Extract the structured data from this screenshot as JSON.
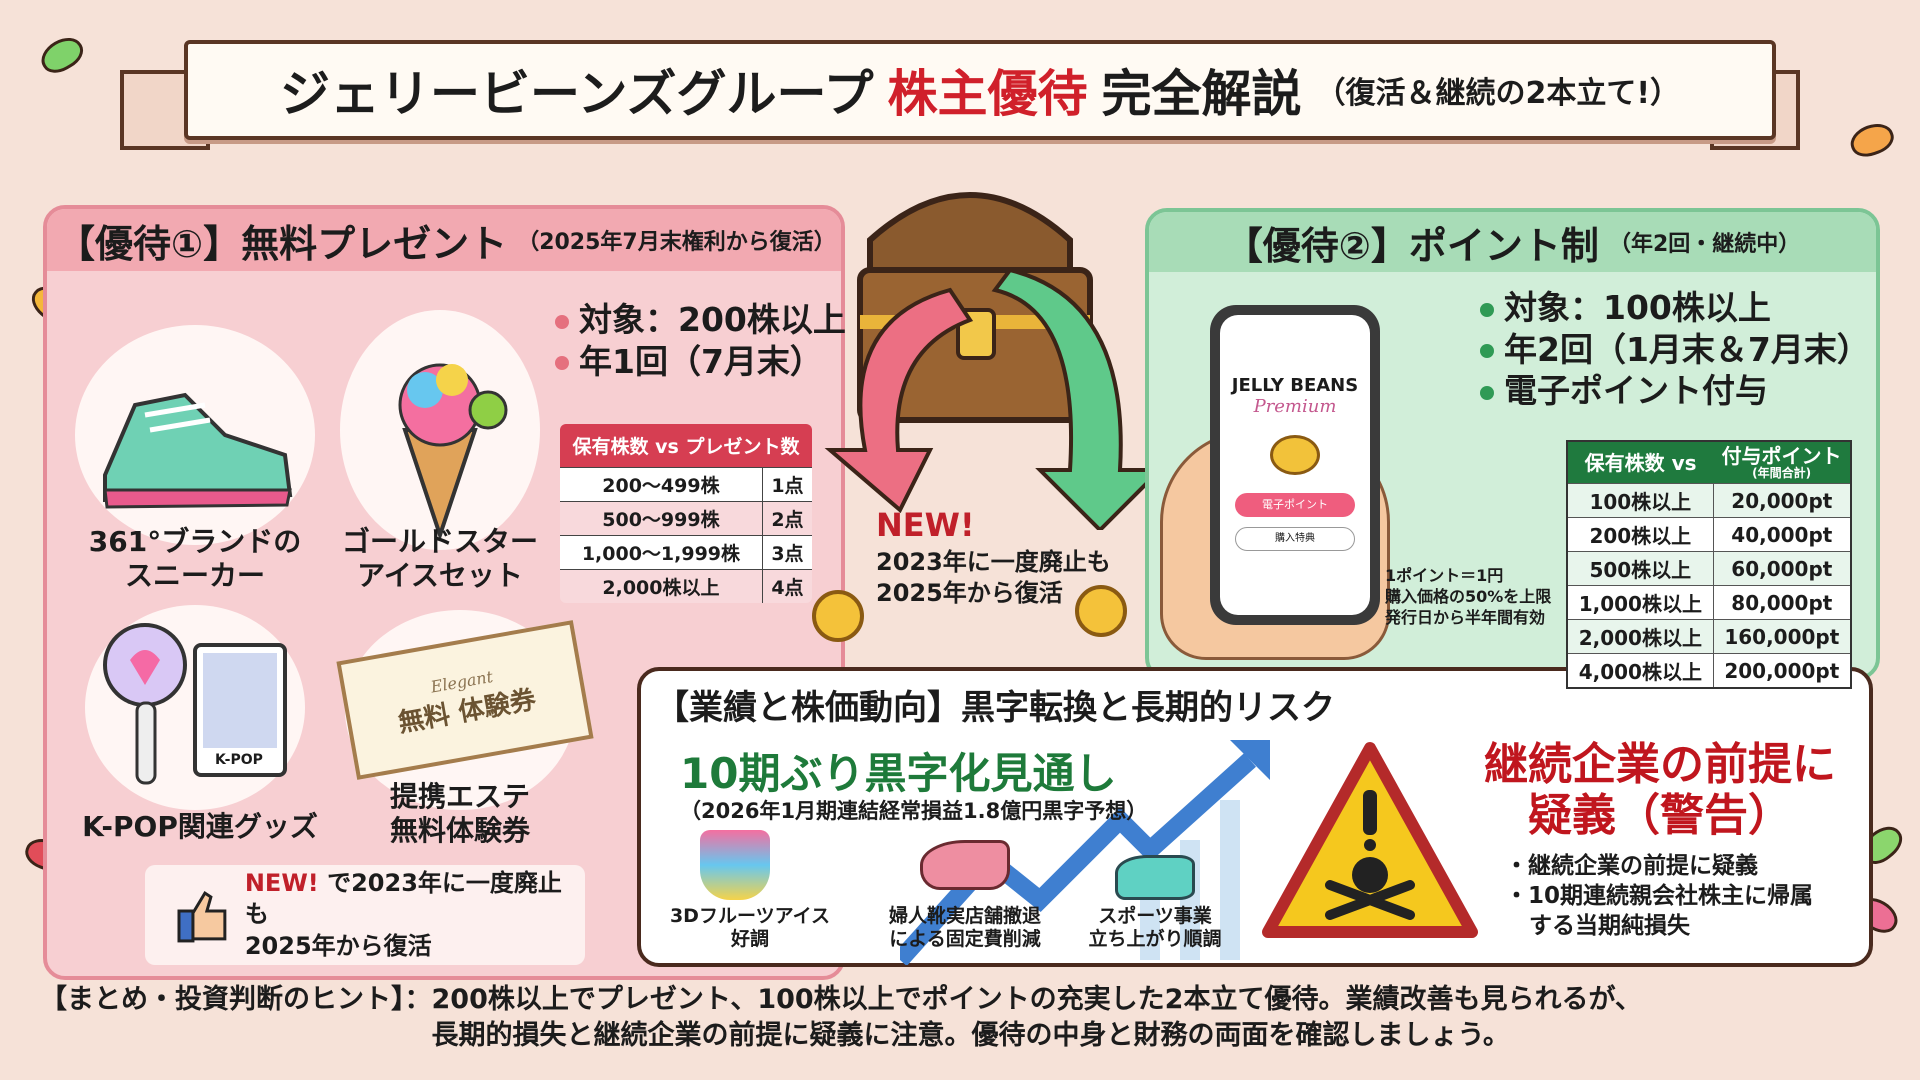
{
  "title": {
    "main": "ジェリービーンズグループ",
    "highlight": "株主優待",
    "rest": "完全解説",
    "sub": "（復活＆継続の2本立て!）"
  },
  "perk1": {
    "heading": "【優待①】無料プレゼント",
    "heading_sub": "（2025年7月末権利から復活）",
    "bullets": [
      "対象：200株以上",
      "年1回（7月末）"
    ],
    "items": [
      {
        "label_line1": "361°ブランドの",
        "label_line2": "スニーカー",
        "icon": "sneaker-icon"
      },
      {
        "label_line1": "ゴールドスター",
        "label_line2": "アイスセット",
        "icon": "ice-cream-icon"
      },
      {
        "label_line1": "K-POP関連グッズ",
        "label_line2": "",
        "icon": "kpop-goods-icon",
        "card_text": "K-POP"
      },
      {
        "label_line1": "提携エステ",
        "label_line2": "無料体験券",
        "icon": "voucher-icon",
        "voucher_text": "無料 体験券",
        "voucher_script": "Elegant"
      }
    ],
    "table": {
      "header": "保有株数 vs プレゼント数",
      "rows": [
        [
          "200〜499株",
          "1点"
        ],
        [
          "500〜999株",
          "2点"
        ],
        [
          "1,000〜1,999株",
          "3点"
        ],
        [
          "2,000株以上",
          "4点"
        ]
      ]
    },
    "note": {
      "new": "NEW!",
      "line1": "で2023年に一度廃止も",
      "line2": "2025年から復活"
    }
  },
  "center": {
    "new": "NEW!",
    "line1": "2023年に一度廃止も",
    "line2": "2025年から復活"
  },
  "perk2": {
    "heading": "【優待②】ポイント制",
    "heading_sub": "（年2回・継続中）",
    "bullets": [
      "対象：100株以上",
      "年2回（1月末＆7月末）",
      "電子ポイント付与"
    ],
    "phone": {
      "brand": "JELLY BEANS",
      "sub": "Premium",
      "button1": "電子ポイント",
      "button2": "購入特典"
    },
    "notes": [
      "1ポイント＝1円",
      "購入価格の50%を上限",
      "発行日から半年間有効"
    ],
    "table": {
      "header_left": "保有株数 vs",
      "header_right": "付与ポイント",
      "header_note": "(年間合計)",
      "rows": [
        [
          "100株以上",
          "20,000pt"
        ],
        [
          "200株以上",
          "40,000pt"
        ],
        [
          "500株以上",
          "60,000pt"
        ],
        [
          "1,000株以上",
          "80,000pt"
        ],
        [
          "2,000株以上",
          "160,000pt"
        ],
        [
          "4,000株以上",
          "200,000pt"
        ]
      ]
    }
  },
  "performance": {
    "heading": "【業績と株価動向】黒字転換と長期的リスク",
    "headline": "10期ぶり黒字化見通し",
    "subline": "（2026年1月期連結経常損益1.8億円黒字予想）",
    "factors": [
      {
        "line1": "3Dフルーツアイス",
        "line2": "好調"
      },
      {
        "line1": "婦人靴実店舗撤退",
        "line2": "による固定費削減"
      },
      {
        "line1": "スポーツ事業",
        "line2": "立ち上がり順調"
      }
    ],
    "warning_title1": "継続企業の前提に",
    "warning_title2": "疑義（警告）",
    "warning_bullets": [
      "継続企業の前提に疑義",
      "10期連続親会社株主に帰属",
      "する当期純損失"
    ]
  },
  "summary": {
    "label": "【まとめ・投資判断のヒント】：",
    "line1": "200株以上でプレゼント、100株以上でポイントの充実した2本立て優待。業績改善も見られるが、",
    "line2": "長期的損失と継続企業の前提に疑義に注意。優待の中身と財務の両面を確認しましょう。"
  },
  "colors": {
    "pink": "#f2a9b1",
    "green": "#1f7a3e",
    "red": "#d0202a",
    "background": "#f6e2d8"
  }
}
